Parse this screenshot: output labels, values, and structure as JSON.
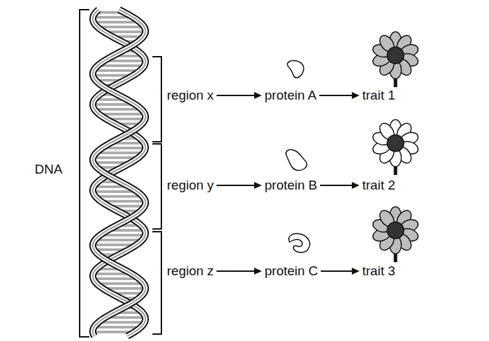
{
  "diagram": {
    "nodes": [
      {
        "text": [
          "region x"
        ]
      },
      {
        "text": [
          "protein A"
        ]
      },
      {
        "text": [
          "trait 1"
        ]
      },
      {
        "text": [
          "region y"
        ]
      },
      {
        "text": [
          "protein B"
        ]
      },
      {
        "text": [
          "trait 2"
        ]
      },
      {
        "text": [
          "region z"
        ]
      },
      {
        "text": [
          "protein C"
        ]
      },
      {
        "text": [
          "trait 3"
        ]
      }
    ],
    "edges": [
      {
        "from": 0,
        "to": 1,
        "arrow": "to"
      },
      {
        "from": 1,
        "to": 2,
        "arrow": "to"
      },
      {
        "from": 3,
        "to": 4,
        "arrow": "to"
      },
      {
        "from": 4,
        "to": 5,
        "arrow": "to"
      },
      {
        "from": 6,
        "to": 7,
        "arrow": "to"
      },
      {
        "from": 7,
        "to": 8,
        "arrow": "to"
      }
    ],
    "labels": [
      "DNA"
    ]
  }
}
